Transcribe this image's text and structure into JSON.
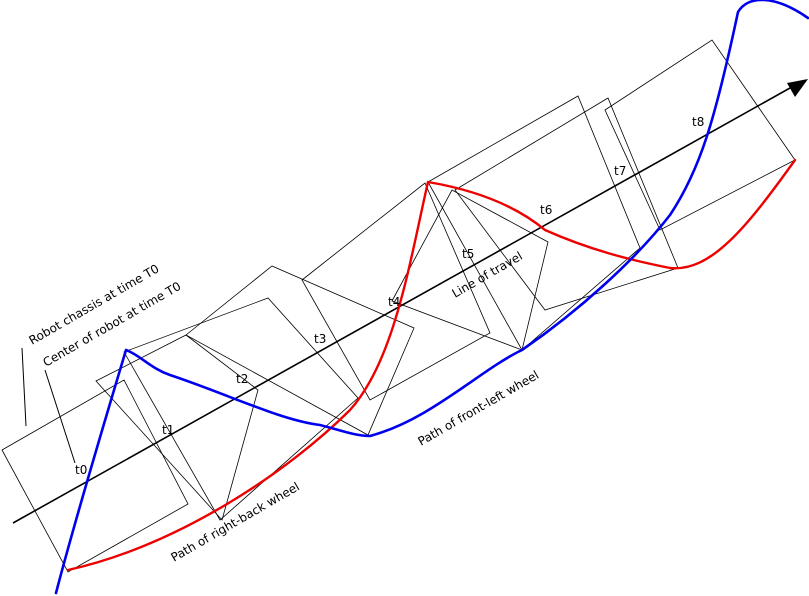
{
  "diagram": {
    "time_labels": [
      "t0",
      "t1",
      "t2",
      "t3",
      "t4",
      "t5",
      "t6",
      "t7",
      "t8"
    ],
    "label_chassis": "Robot chassis at time T0",
    "label_center": "Center of robot at time T0",
    "label_travel": "Line of travel",
    "label_front_left": "Path of front-left wheel",
    "label_right_back": "Path of right-back wheel",
    "colors": {
      "front_left_path": "#0000ee",
      "right_back_path": "#ee0000",
      "chassis": "#000000"
    }
  }
}
